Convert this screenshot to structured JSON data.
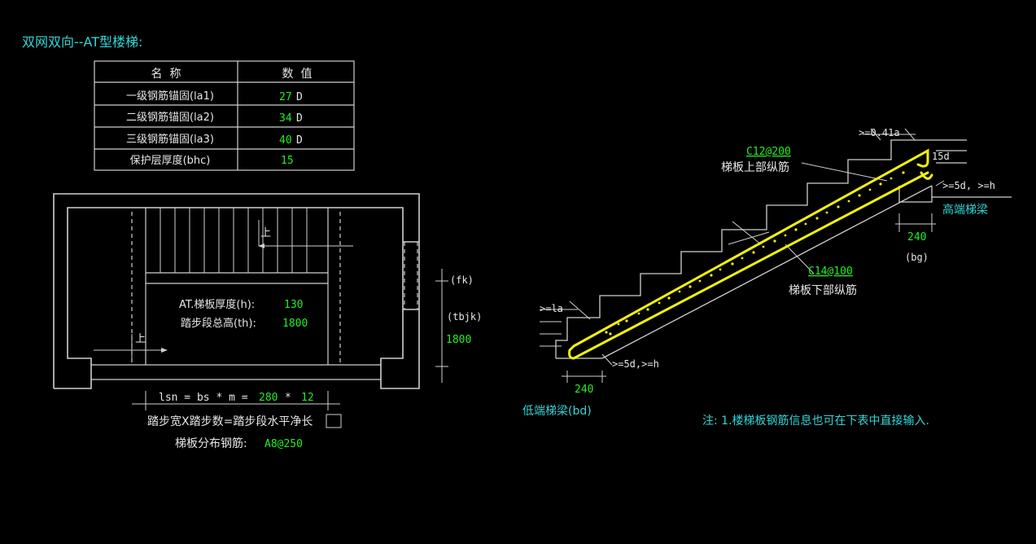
{
  "title": "双网双向--AT型楼梯:",
  "colors": {
    "background": "#000000",
    "line": "#cfcfcf",
    "white_text": "#e6e6e6",
    "value_green": "#22ee22",
    "cyan_text": "#33d6d6",
    "rebar_yellow": "#f2f20a"
  },
  "param_table": {
    "header_name": "名  称",
    "header_value": "数  值",
    "rows": [
      {
        "name": "一级钢筋锚固(la1)",
        "value": "27",
        "unit": "D"
      },
      {
        "name": "二级钢筋锚固(la2)",
        "value": "34",
        "unit": "D"
      },
      {
        "name": "三级钢筋锚固(la3)",
        "value": "40",
        "unit": "D"
      },
      {
        "name": "保护层厚度(bhc)",
        "value": "15",
        "unit": ""
      }
    ]
  },
  "plan": {
    "up_label_top": "上",
    "up_label_bottom": "上",
    "slab_thickness_label": "AT.梯板厚度(h):",
    "slab_thickness_value": "130",
    "flight_height_label": "踏步段总高(th):",
    "flight_height_value": "1800",
    "fk_label": "(fk)",
    "tbjk_label": "(tbjk)",
    "tbjk_value": "1800",
    "lsn_label": "lsn = bs * m =",
    "bs_value": "280",
    "times": "*",
    "m_value": "12",
    "formula_caption": "踏步宽X踏步数=踏步段水平净长",
    "distribution_label": "梯板分布钢筋:",
    "distribution_value": "A8@250"
  },
  "section": {
    "top_bar_value": "C12@200",
    "top_bar_label": "梯板上部纵筋",
    "bottom_bar_value": "C14@100",
    "bottom_bar_label": "梯板下部纵筋",
    "anchor_top": ">=0.41a",
    "hook_15d": "15d",
    "high_beam_req": ">=5d, >=h",
    "high_beam_label": "高端梯梁",
    "high_beam_width": "240",
    "high_beam_code": "(bg)",
    "low_anchor": ">=la",
    "low_beam_req": ">=5d,>=h",
    "low_beam_width": "240",
    "low_beam_label": "低端梯梁(bd)"
  },
  "note": "注: 1.楼梯板钢筋信息也可在下表中直接输入."
}
